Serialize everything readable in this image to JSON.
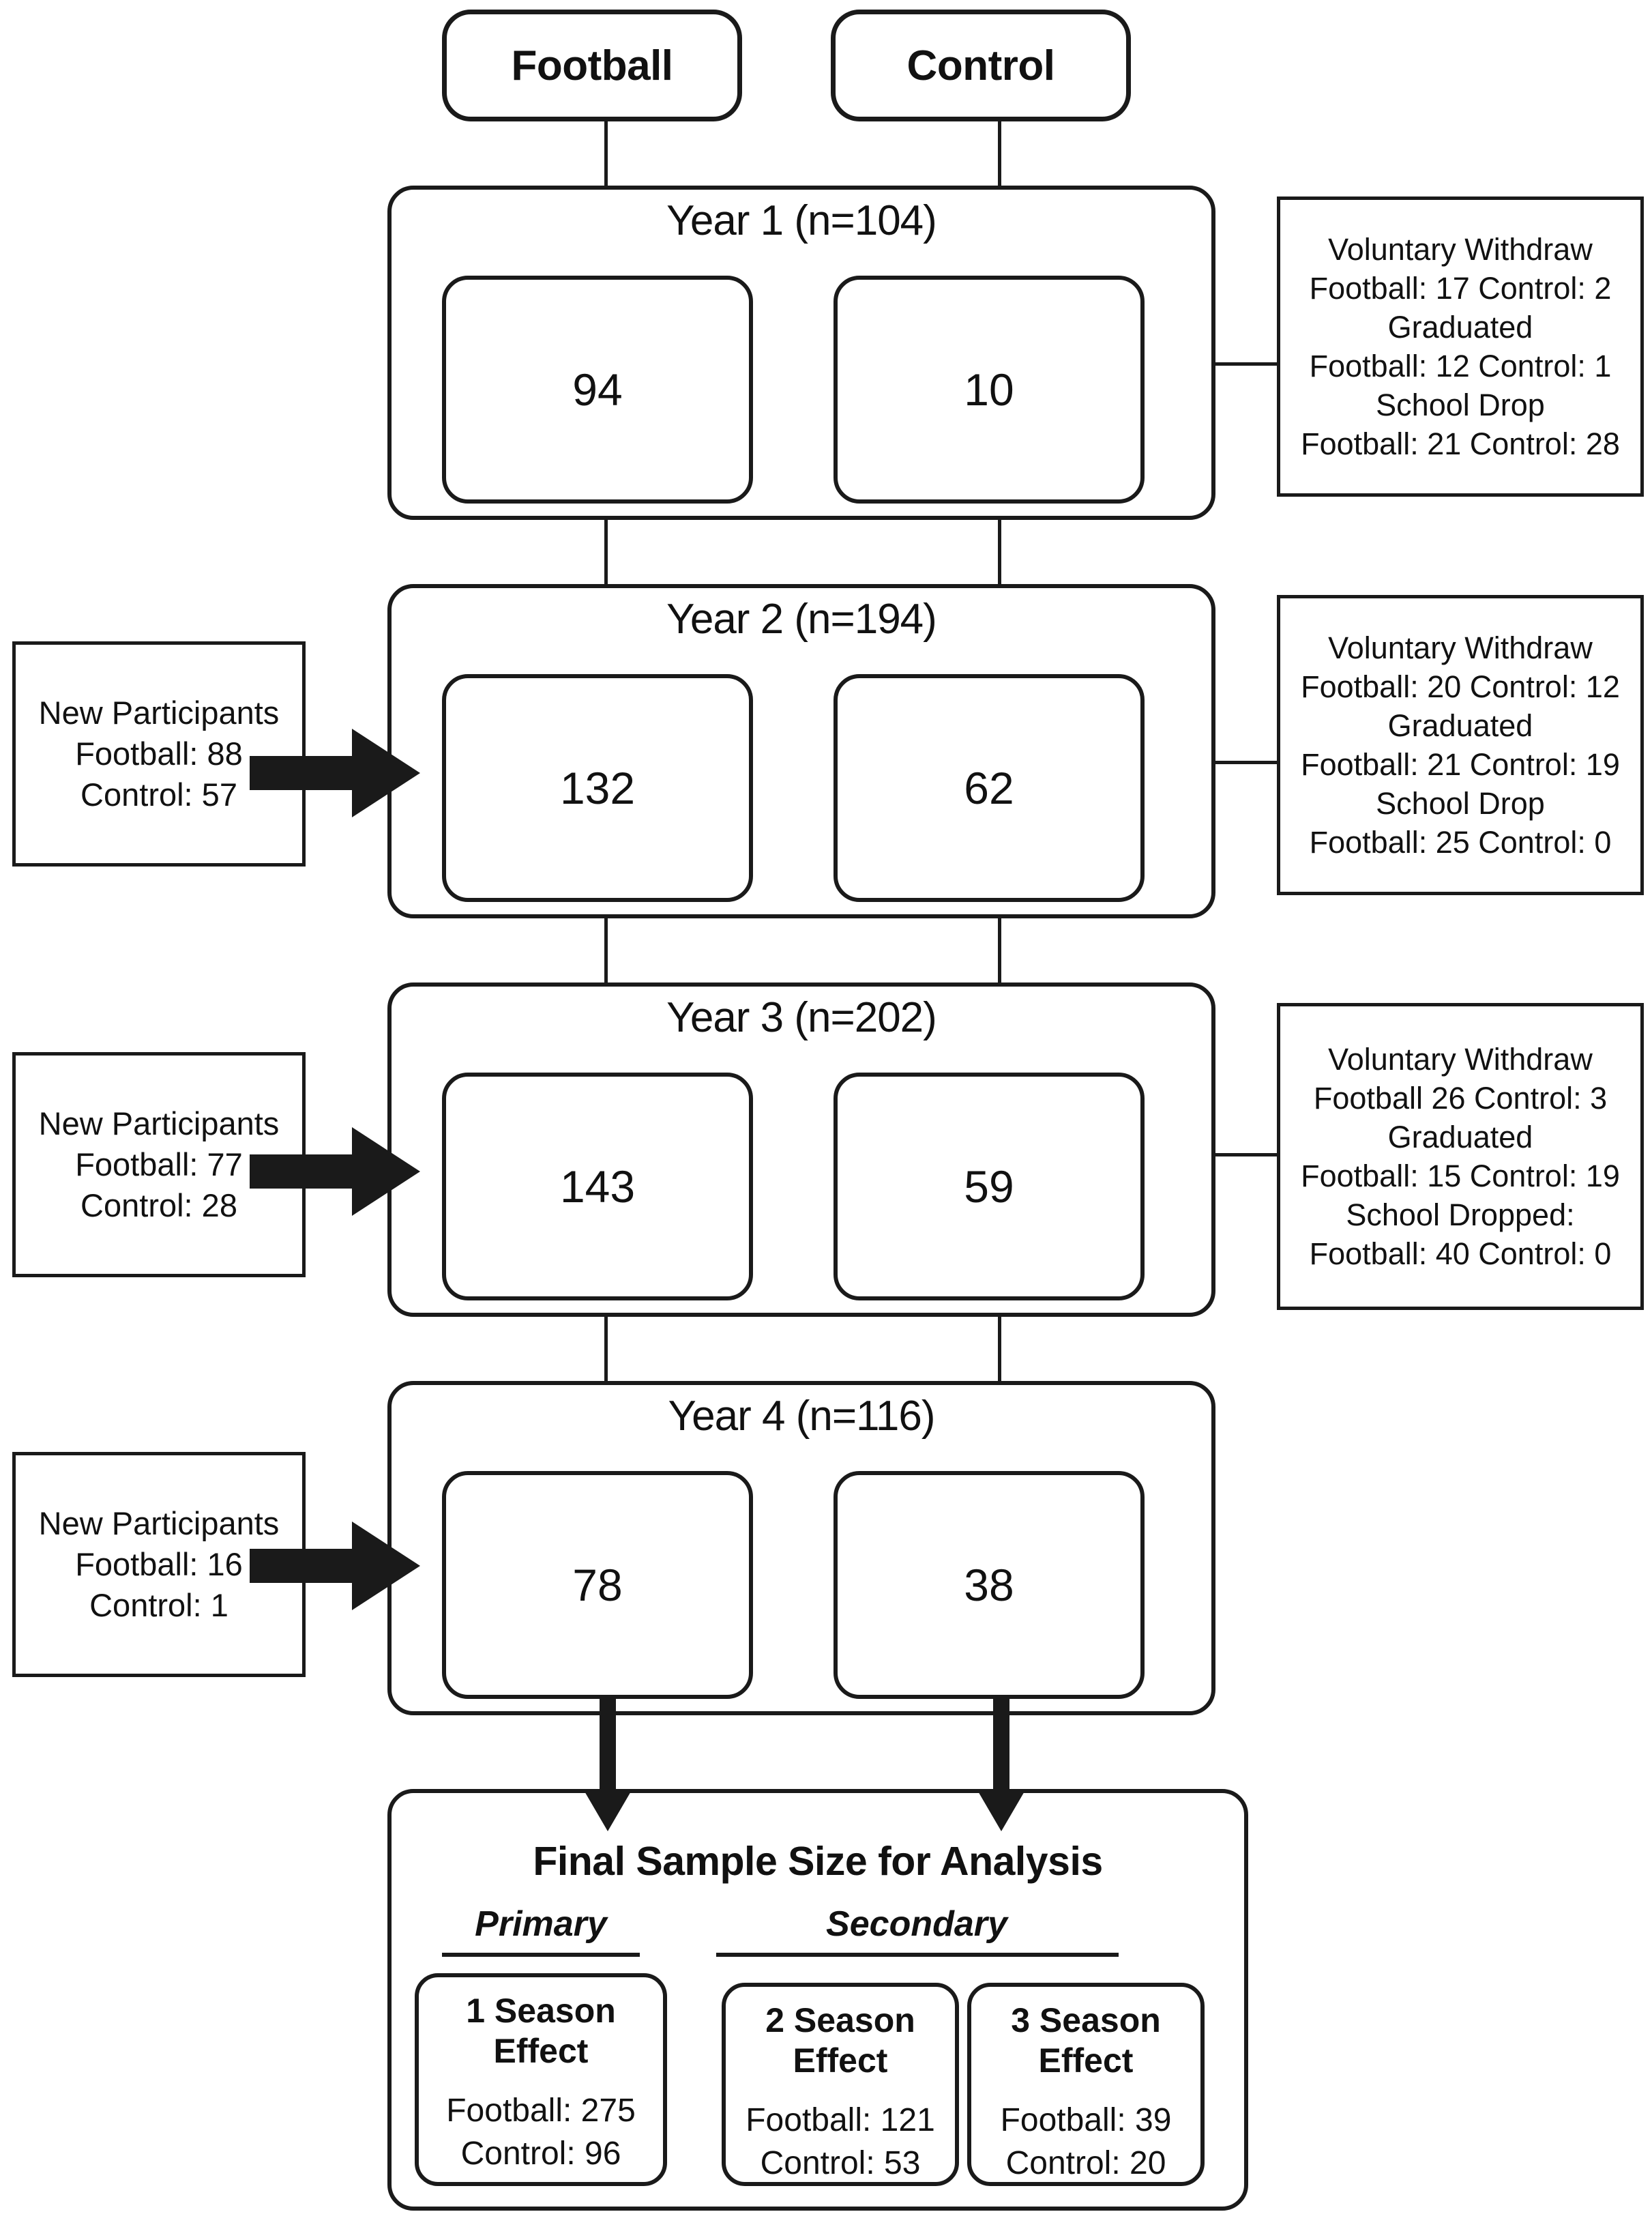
{
  "figure": {
    "type": "participant-flow-diagram",
    "groups": [
      {
        "id": "football",
        "label": "Football"
      },
      {
        "id": "control",
        "label": "Control"
      }
    ],
    "years": [
      {
        "id": "year1",
        "title": "Year 1 (n=104)",
        "football_count": "94",
        "control_count": "10",
        "attrition": {
          "lines": [
            "Voluntary Withdraw",
            "Football: 17  Control: 2",
            "Graduated",
            "Football: 12 Control: 1",
            "School Drop",
            "Football: 21 Control: 28"
          ]
        },
        "new_participants": null
      },
      {
        "id": "year2",
        "title": "Year 2 (n=194)",
        "football_count": "132",
        "control_count": "62",
        "attrition": {
          "lines": [
            "Voluntary Withdraw",
            "Football: 20  Control: 12",
            "Graduated",
            "Football: 21 Control: 19",
            "School Drop",
            "Football: 25 Control: 0"
          ]
        },
        "new_participants": {
          "lines": [
            "New Participants",
            "Football: 88",
            "Control: 57"
          ]
        }
      },
      {
        "id": "year3",
        "title": "Year 3 (n=202)",
        "football_count": "143",
        "control_count": "59",
        "attrition": {
          "lines": [
            "Voluntary Withdraw",
            "Football  26 Control: 3",
            "Graduated",
            "Football: 15 Control: 19",
            "School Dropped:",
            "Football: 40 Control: 0"
          ]
        },
        "new_participants": {
          "lines": [
            "New Participants",
            "Football: 77",
            "Control: 28"
          ]
        }
      },
      {
        "id": "year4",
        "title": "Year 4 (n=116)",
        "football_count": "78",
        "control_count": "38",
        "attrition": null,
        "new_participants": {
          "lines": [
            "New Participants",
            "Football: 16",
            "Control: 1"
          ]
        }
      }
    ],
    "final": {
      "title": "Final Sample Size for Analysis",
      "categories": [
        {
          "id": "primary",
          "label": "Primary"
        },
        {
          "id": "secondary",
          "label": "Secondary"
        }
      ],
      "season_boxes": [
        {
          "id": "one-season",
          "title_line1": "1 Season",
          "title_line2": "Effect",
          "football": "Football: 275",
          "control": "Control: 96"
        },
        {
          "id": "two-season",
          "title_line1": "2 Season",
          "title_line2": "Effect",
          "football": "Football: 121",
          "control": "Control: 53"
        },
        {
          "id": "three-season",
          "title_line1": "3 Season",
          "title_line2": "Effect",
          "football": "Football: 39",
          "control": "Control: 20"
        }
      ]
    },
    "colors": {
      "stroke": "#1a1a1a",
      "background": "#ffffff",
      "text": "#111111"
    }
  }
}
